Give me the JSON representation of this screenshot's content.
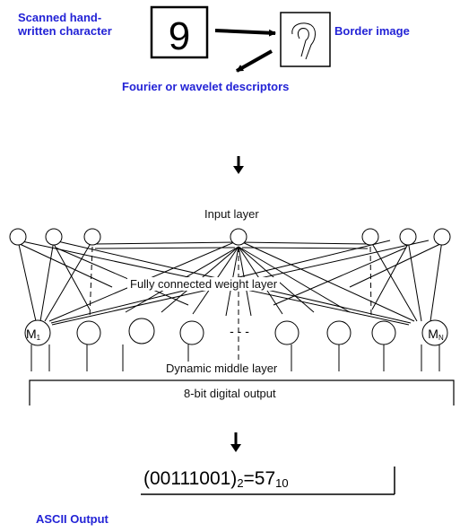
{
  "top": {
    "scanned_label_line1": "Scanned hand-",
    "scanned_label_line2": "written character",
    "digit_glyph": "9",
    "border_label": "Border image",
    "descriptor_label": "Fourier or wavelet descriptors"
  },
  "network": {
    "input_layer_label": "Input layer",
    "weight_layer_label": "Fully connected weight layer",
    "middle_layer_label": "Dynamic middle layer",
    "output_bar_label": "8-bit digital output",
    "first_neuron": {
      "letter": "M",
      "subscript": "1"
    },
    "last_neuron": {
      "letter": "M",
      "subscript": "N"
    },
    "ellipsis_mark": "- - -"
  },
  "result": {
    "binary_value": "(00111001)",
    "binary_base": "2",
    "equals_text": "=57",
    "decimal_base": "10",
    "ascii_label": "ASCII Output"
  },
  "colors": {
    "label_blue": "#2323d6",
    "line": "#000000"
  }
}
